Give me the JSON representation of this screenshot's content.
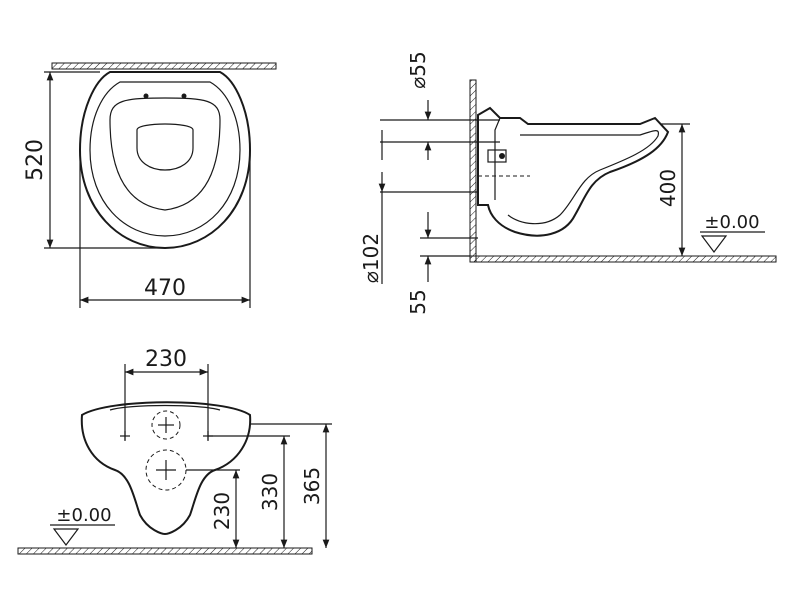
{
  "top_view": {
    "width_dim": "470",
    "depth_dim": "520"
  },
  "side_view": {
    "dia_top": "⌀55",
    "dia_bottom": "⌀102",
    "dim_bottom": "55",
    "height_dim": "400",
    "level": "±0.00"
  },
  "front_view": {
    "spacing_dim": "230",
    "dim_a": "230",
    "dim_b": "330",
    "dim_c": "365",
    "level": "±0.00"
  },
  "colors": {
    "line": "#1a1a1a",
    "background": "#ffffff"
  }
}
